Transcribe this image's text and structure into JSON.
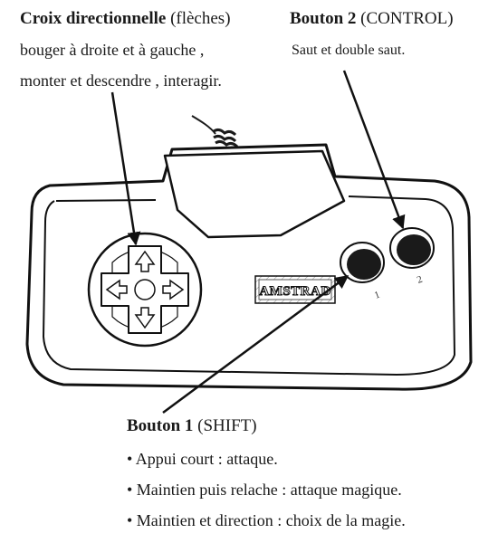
{
  "dpad": {
    "title": "Croix directionnelle",
    "title_note": "(flèches)",
    "line1": "bouger à droite et à gauche ,",
    "line2": "monter et descendre , interagir."
  },
  "button2": {
    "title": "Bouton 2",
    "title_note": "(CONTROL)",
    "desc": "Saut et double saut."
  },
  "button1": {
    "title": "Bouton 1",
    "title_note": "(SHIFT)",
    "bullets": [
      "• Appui court : attaque.",
      "• Maintien puis relache : attaque magique.",
      "• Maintien et direction : choix de la magie."
    ]
  },
  "controller": {
    "brand": "AMSTRAD",
    "button_labels": [
      "1",
      "2"
    ]
  }
}
